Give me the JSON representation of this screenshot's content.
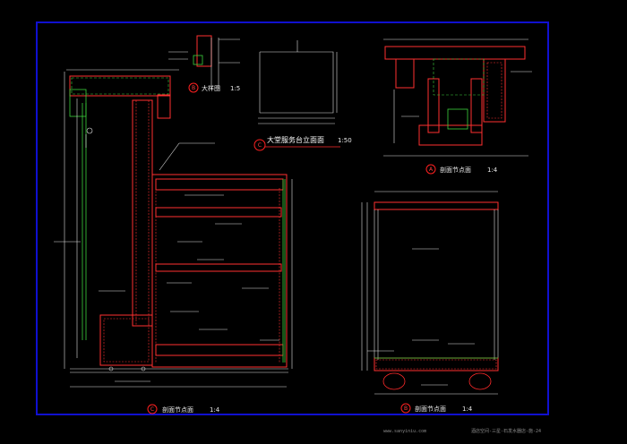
{
  "drawings": {
    "main_section": {
      "bubble": "C",
      "title": "剖面节点面",
      "scale": "1:4"
    },
    "big_style": {
      "bubble": "B",
      "title": "大样图",
      "scale": "1:5"
    },
    "elevation": {
      "bubble": "C",
      "title": "大堂服务台立面面",
      "scale": "1:50"
    },
    "node_a": {
      "bubble": "A",
      "title": "剖面节点面",
      "scale": "1:4"
    },
    "node_b": {
      "bubble": "B",
      "title": "剖面节点面",
      "scale": "1:4"
    }
  },
  "footer": {
    "website": "www.sanyiniu.com",
    "sheet": "酒店空间-三星-石发水器店-施-24"
  },
  "colors": {
    "frame": "#1010d0",
    "wall": "#ff3030",
    "green": "#3cd23c",
    "line": "#e0e0e0"
  }
}
